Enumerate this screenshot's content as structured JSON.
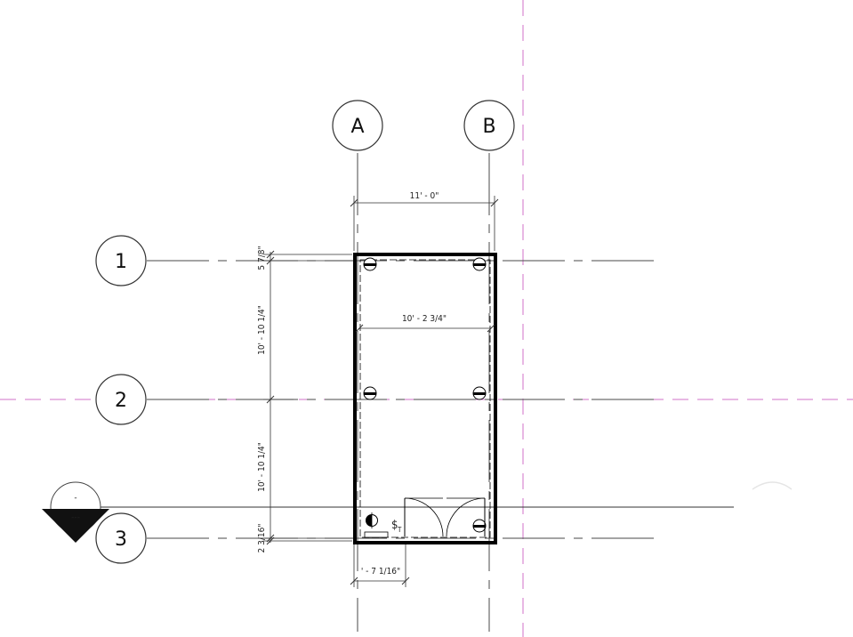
{
  "grids": {
    "A": "A",
    "B": "B",
    "1": "1",
    "2": "2",
    "3": "3"
  },
  "dimensions": {
    "overall_width": "11' - 0\"",
    "interior_width": "10' - 2 3/4\"",
    "top_offset": "5 7/8\"",
    "bay_1_2": "10' - 10 1/4\"",
    "bay_2_3": "10' - 10 1/4\"",
    "bottom_offset": "2 3/16\"",
    "door_offset": "' - 7 1/16\""
  },
  "level_marker": {
    "top_text": "-",
    "bottom_text": "---"
  },
  "colors": {
    "grid_line": "#4a4a4a",
    "reference_line": "#d070c8",
    "wall": "#000000"
  }
}
